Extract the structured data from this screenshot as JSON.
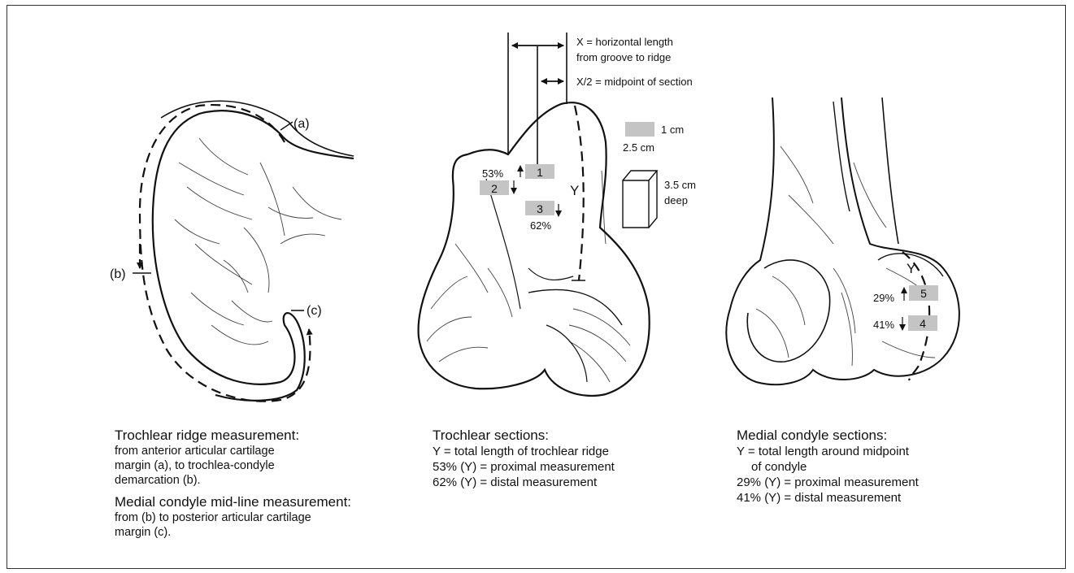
{
  "figure": {
    "panel_left": {
      "labels": {
        "a": "(a)",
        "b": "(b)",
        "c": "(c)"
      },
      "caption": {
        "heading1": "Trochlear ridge measurement:",
        "body1": [
          "from anterior articular cartilage",
          "margin (a), to trochlea-condyle",
          "demarcation (b)."
        ],
        "heading2": "Medial condyle mid-line measurement:",
        "body2": [
          "from (b) to posterior articular cartilage",
          "margin (c)."
        ]
      }
    },
    "panel_middle": {
      "annotations": {
        "x_line1": "X = horizontal length",
        "x_line2": "from groove to ridge",
        "x_half": "X/2 = midpoint of section",
        "y": "Y",
        "pct_53": "53%",
        "pct_62": "62%",
        "box1": "1",
        "box2": "2",
        "box3": "3"
      },
      "legend": {
        "width": "1 cm",
        "height": "2.5 cm",
        "depth_line1": "3.5 cm",
        "depth_line2": "deep"
      },
      "caption": {
        "heading": "Trochlear sections:",
        "body": [
          "Y = total length of trochlear ridge",
          "53% (Y) = proximal measurement",
          "62% (Y) = distal measurement"
        ]
      }
    },
    "panel_right": {
      "annotations": {
        "y": "Y",
        "pct_29": "29%",
        "pct_41": "41%",
        "box5": "5",
        "box4": "4"
      },
      "caption": {
        "heading": "Medial condyle sections:",
        "body1": "Y = total length around midpoint",
        "body1_cont": "of condyle",
        "body2": "29% (Y) = proximal measurement",
        "body3": "41% (Y) = distal measurement"
      }
    },
    "colors": {
      "sample_box": "#c4c4c4",
      "line": "#111111"
    }
  }
}
